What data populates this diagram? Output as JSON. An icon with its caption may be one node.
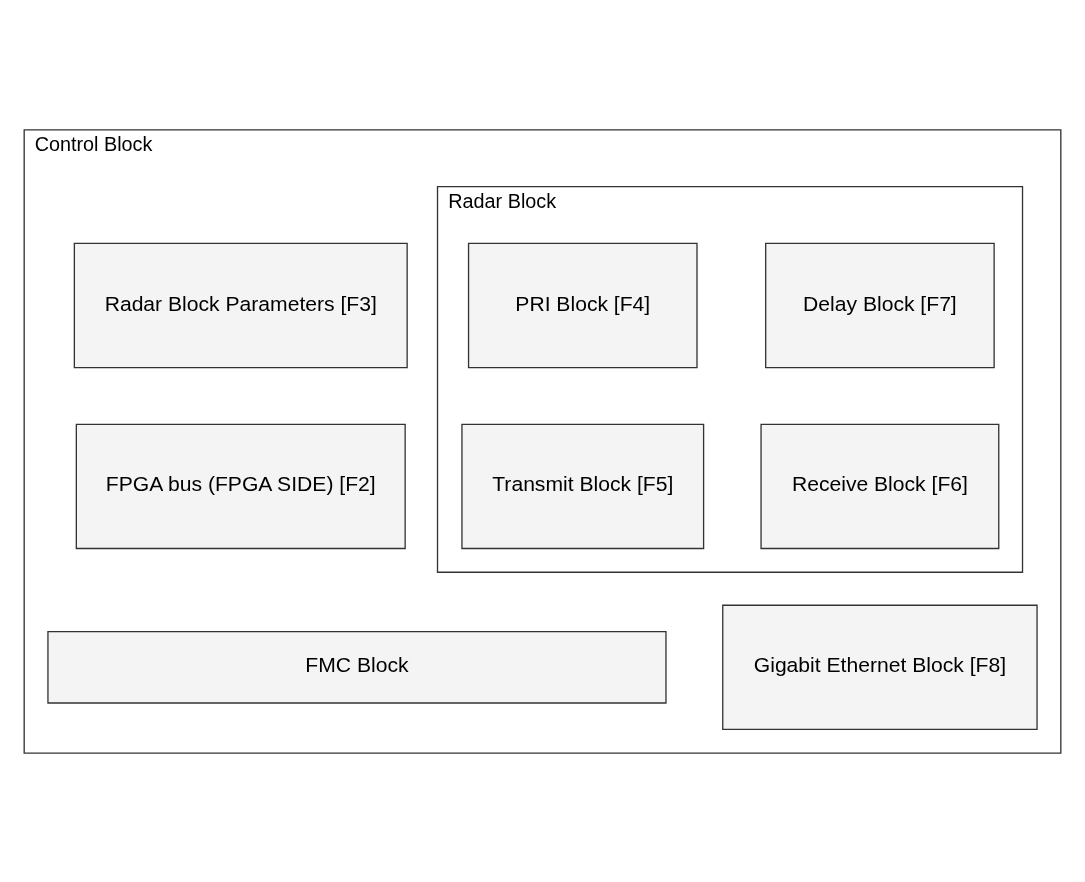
{
  "diagram": {
    "nodes": [
      {
        "text": [
          "Control Block"
        ]
      },
      {
        "text": [
          "Radar Block"
        ],
        "in": 0
      },
      {
        "text": [
          "Delay Block [F7]"
        ],
        "in": 1
      },
      {
        "text": [
          "PRI Block [F4]"
        ],
        "in": 1
      },
      {
        "text": [
          "Receive Block [F6]"
        ],
        "in": 1
      },
      {
        "text": [
          "Transmit Block [F5]"
        ],
        "in": 1
      },
      {
        "text": [
          "Radar Block Parameters [F3]"
        ],
        "in": 0
      },
      {
        "text": [
          "FPGA bus (FPGA SIDE) [F2]"
        ],
        "in": 0
      },
      {
        "text": [
          "Gigabit Ethernet Block [F8]"
        ],
        "in": 0
      },
      {
        "text": [
          "FMC Block"
        ],
        "in": 0
      }
    ]
  }
}
